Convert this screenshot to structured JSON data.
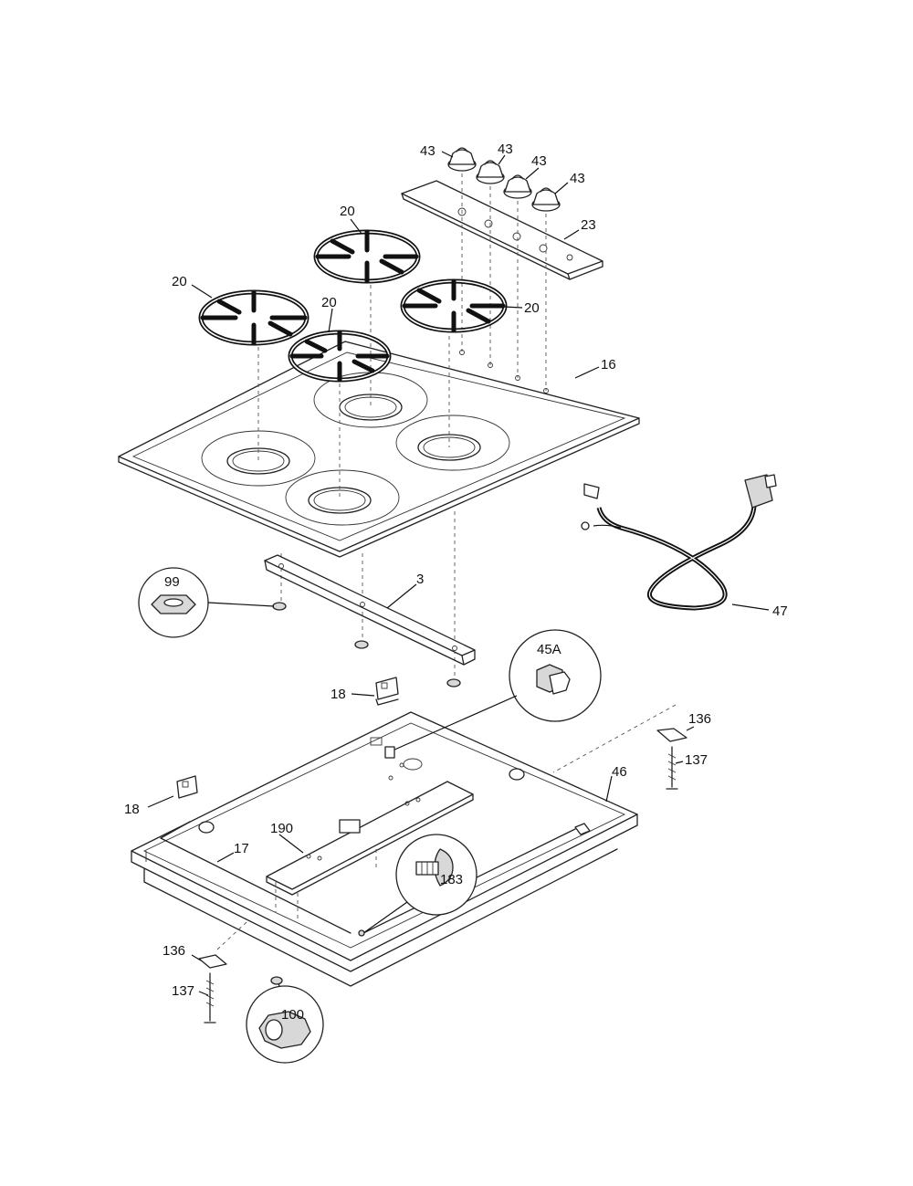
{
  "callouts": {
    "c43a": "43",
    "c43b": "43",
    "c43c": "43",
    "c43d": "43",
    "c23": "23",
    "c20a": "20",
    "c20b": "20",
    "c20c": "20",
    "c20d": "20",
    "c16": "16",
    "c3": "3",
    "c99": "99",
    "c47": "47",
    "c45a": "45A",
    "c18a": "18",
    "c18b": "18",
    "c136a": "136",
    "c136b": "136",
    "c137a": "137",
    "c137b": "137",
    "c46": "46",
    "c190": "190",
    "c17": "17",
    "c183": "183",
    "c100": "100"
  },
  "colors": {
    "line": "#222222",
    "background": "#ffffff"
  }
}
